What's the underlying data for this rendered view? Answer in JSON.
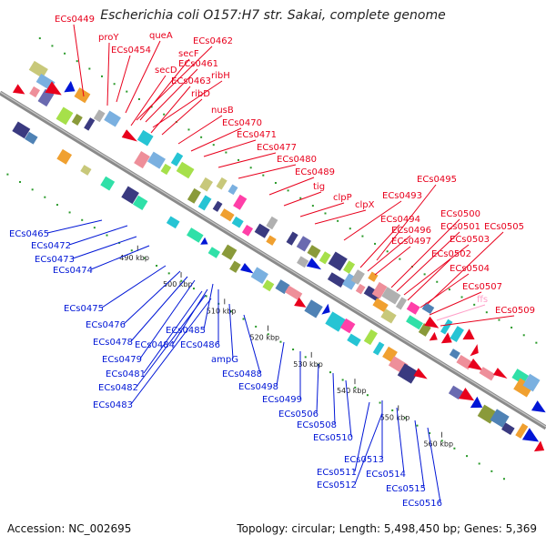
{
  "title": "Escherichia coli O157:H7 str. Sakai, complete genome",
  "footer": {
    "accession": "Accession: NC_002695",
    "summary": "Topology: circular; Length: 5,498,450 bp; Genes: 5,369"
  },
  "colors": {
    "forward": "#e8001c",
    "reverse": "#0016d6",
    "rna": "#ff9fc8",
    "backbone": "#8a8a8a",
    "marker": "#2a9a2a"
  },
  "ticks": [
    "490 kbp",
    "500 kbp",
    "510 kbp",
    "520 kbp",
    "530 kbp",
    "540 kbp",
    "550 kbp",
    "560 kbp"
  ],
  "forward_labels": [
    "ECs0449",
    "proY",
    "queA",
    "ECs0454",
    "ECs0462",
    "secF",
    "ECs0461",
    "secD",
    "ribH",
    "ECs0463",
    "ribD",
    "nusB",
    "ECs0470",
    "ECs0471",
    "ECs0477",
    "ECs0480",
    "ECs0489",
    "tig",
    "clpP",
    "clpX",
    "ECs0493",
    "ECs0495",
    "ECs0494",
    "ECs0496",
    "ECs0497",
    "ECs0500",
    "ECs0501",
    "ECs0505",
    "ECs0503",
    "ECs0502",
    "ECs0504",
    "ECs0507",
    "ffs",
    "ECs0509"
  ],
  "reverse_labels": [
    "ECs0465",
    "ECs0472",
    "ECs0473",
    "ECs0474",
    "ECs0475",
    "ECs0476",
    "ECs0478",
    "ECs0479",
    "ECs0484",
    "ECs0485",
    "ECs0486",
    "ECs0481",
    "ECs0482",
    "ECs0483",
    "ampG",
    "ECs0488",
    "ECs0498",
    "ECs0499",
    "ECs0506",
    "ECs0508",
    "ECs0510",
    "ECs0513",
    "ECs0511",
    "ECs0514",
    "ECs0512",
    "ECs0515",
    "ECs0516"
  ]
}
